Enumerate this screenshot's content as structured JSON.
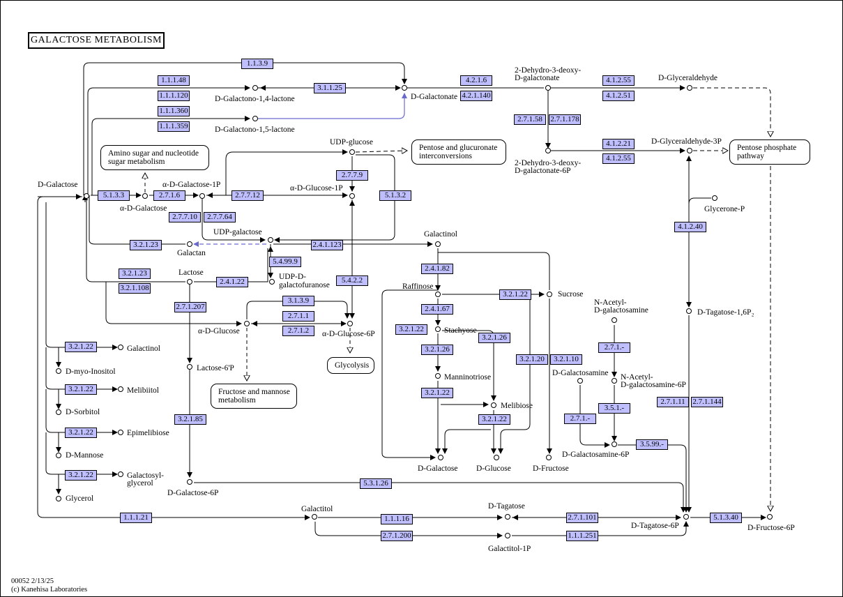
{
  "title": "GALACTOSE METABOLISM",
  "footer": {
    "id": "00052 2/13/25",
    "copyright": "(c) Kanehisa Laboratories"
  },
  "enzymes": {
    "e1139a": "1.1.3.9",
    "e1148": "1.1.1.48",
    "e11120": "1.1.1.120",
    "e11360": "1.1.1.360",
    "e11359": "1.1.1.359",
    "e31125": "3.1.1.25",
    "e4216": "4.2.1.6",
    "e421140": "4.2.1.140",
    "e4125a": "4.1.2.55",
    "e4121": "4.1.2.51",
    "e27158": "2.7.1.58",
    "e271178": "2.7.1.178",
    "e41221": "4.1.2.21",
    "e4125b": "4.1.2.55",
    "e5133": "5.1.3.3",
    "e2716": "2.7.1.6",
    "e27712": "2.7.7.12",
    "e27710": "2.7.7.10",
    "e27764": "2.7.7.64",
    "e2779": "2.7.7.9",
    "e5132": "5.1.3.2",
    "e3212a": "3.2.1.23",
    "e241123": "2.4.1.123",
    "e54999": "5.4.99.9",
    "e3212b": "3.2.1.23",
    "e321108": "3.2.1.108",
    "e24122": "2.4.1.22",
    "e2712a": "2.7.1.207",
    "e5422": "5.4.2.2",
    "e1139b": "3.1.3.9",
    "e2711": "2.7.1.1",
    "e2712": "2.7.1.2",
    "e24182": "2.4.1.82",
    "e32122s": "3.2.1.22",
    "e24167": "2.4.1.67",
    "e32122r": "3.2.1.22",
    "e32126a": "3.2.1.26",
    "e32126b": "3.2.1.26",
    "e32122m": "3.2.1.22",
    "e32122g": "3.2.1.22",
    "e32120": "3.2.1.20",
    "e32110": "3.2.1.10",
    "e4124": "4.1.2.40",
    "e3a": "3.2.1.22",
    "e3b": "3.2.1.22",
    "e3c": "3.2.1.22",
    "e3d": "3.2.1.22",
    "e32185": "3.2.1.85",
    "e5126": "5.3.1.26",
    "e1121": "1.1.1.21",
    "e11116": "1.1.1.16",
    "e271200": "2.7.1.200",
    "e271101": "2.7.1.101",
    "e11251": "1.1.1.251",
    "e51340": "5.1.3.40",
    "e271n": "2.7.1.-",
    "e351": "3.5.1.-",
    "e271m": "2.7.1.-",
    "e3599": "3.5.99.-",
    "e27111": "2.7.1.11",
    "e271144": "2.7.1.144"
  },
  "compounds": {
    "dgalactose_l": "D-Galactose",
    "alpha_dgal": "α-D-Galactose",
    "alpha_dgal1p": "α-D-Galactose-1P",
    "dgalactono14": "D-Galactono-1,4-lactone",
    "dgalactono15": "D-Galactono-1,5-lactone",
    "dgalactonate": "D-Galactonate",
    "dehydro_a": "2-Dehydro-3-deoxy-",
    "dehydro_b": "D-galactonate",
    "dehydro6p_a": "2-Dehydro-3-deoxy-",
    "dehydro6p_b": "D-galactonate-6P",
    "dglyceraldehyde": "D-Glyceraldehyde",
    "dglyceraldehyde3p": "D-Glyceraldehyde-3P",
    "glyceronep": "Glycerone-P",
    "udpglucose": "UDP-glucose",
    "alpha_dglc1p": "α-D-Glucose-1P",
    "udpgalactose": "UDP-galactose",
    "galactan": "Galactan",
    "udpgf_a": "UDP-D-",
    "udpgf_b": "galactofuranose",
    "lactose": "Lactose",
    "alpha_dglucose": "α-D-Glucose",
    "alpha_dglc6p": "α-D-Glucose-6P",
    "lactose6p": "Lactose-6'P",
    "dgalactose6p": "D-Galactose-6P",
    "galactinol": "Galactinol",
    "raffinose": "Raffinose",
    "stachyose": "Stachyose",
    "sucrose": "Sucrose",
    "manninotriose": "Manninotriose",
    "melibiose": "Melibiose",
    "dgalactose_b": "D-Galactose",
    "dglucose": "D-Glucose",
    "dfructose": "D-Fructose",
    "nacgal_a": "N-Acetyl-",
    "nacgal_b": "D-galactosamine",
    "dgalactosamine": "D-Galactosamine",
    "nacgal6p_a": "N-Acetyl-",
    "nacgal6p_b": "D-galactosamine-6P",
    "dgalactosamine6p": "D-Galactosamine-6P",
    "dtagatose16p": "D-Tagatose-1,6P₂",
    "galactinol_l": "Galactinol",
    "myoinositol": "D-myo-Inositol",
    "melibiitol": "Melibiitol",
    "dsorbitol": "D-Sorbitol",
    "epimelibiose": "Epimelibiose",
    "dmannose": "D-Mannose",
    "galactosyl_a": "Galactosyl-",
    "galactosyl_b": "glycerol",
    "glycerol": "Glycerol",
    "galactitol": "Galactitol",
    "dtagatose": "D-Tagatose",
    "galactitol1p": "Galactitol-1P",
    "dtagatose6p": "D-Tagatose-6P",
    "dfructose6p": "D-Fructose-6P"
  },
  "pathways": {
    "amino_a": "Amino sugar and nucleotide",
    "amino_b": "sugar metabolism",
    "pentose_a": "Pentose and glucuronate",
    "pentose_b": "interconversions",
    "ppp_a": "Pentose phosphate",
    "ppp_b": "pathway",
    "glycolysis": "Glycolysis",
    "fructose_a": "Fructose and mannose",
    "fructose_b": "metabolism"
  },
  "colors": {
    "enzyme_fill": "#bfbfff",
    "highlight_edge": "#6a6acd",
    "line": "#000000"
  }
}
